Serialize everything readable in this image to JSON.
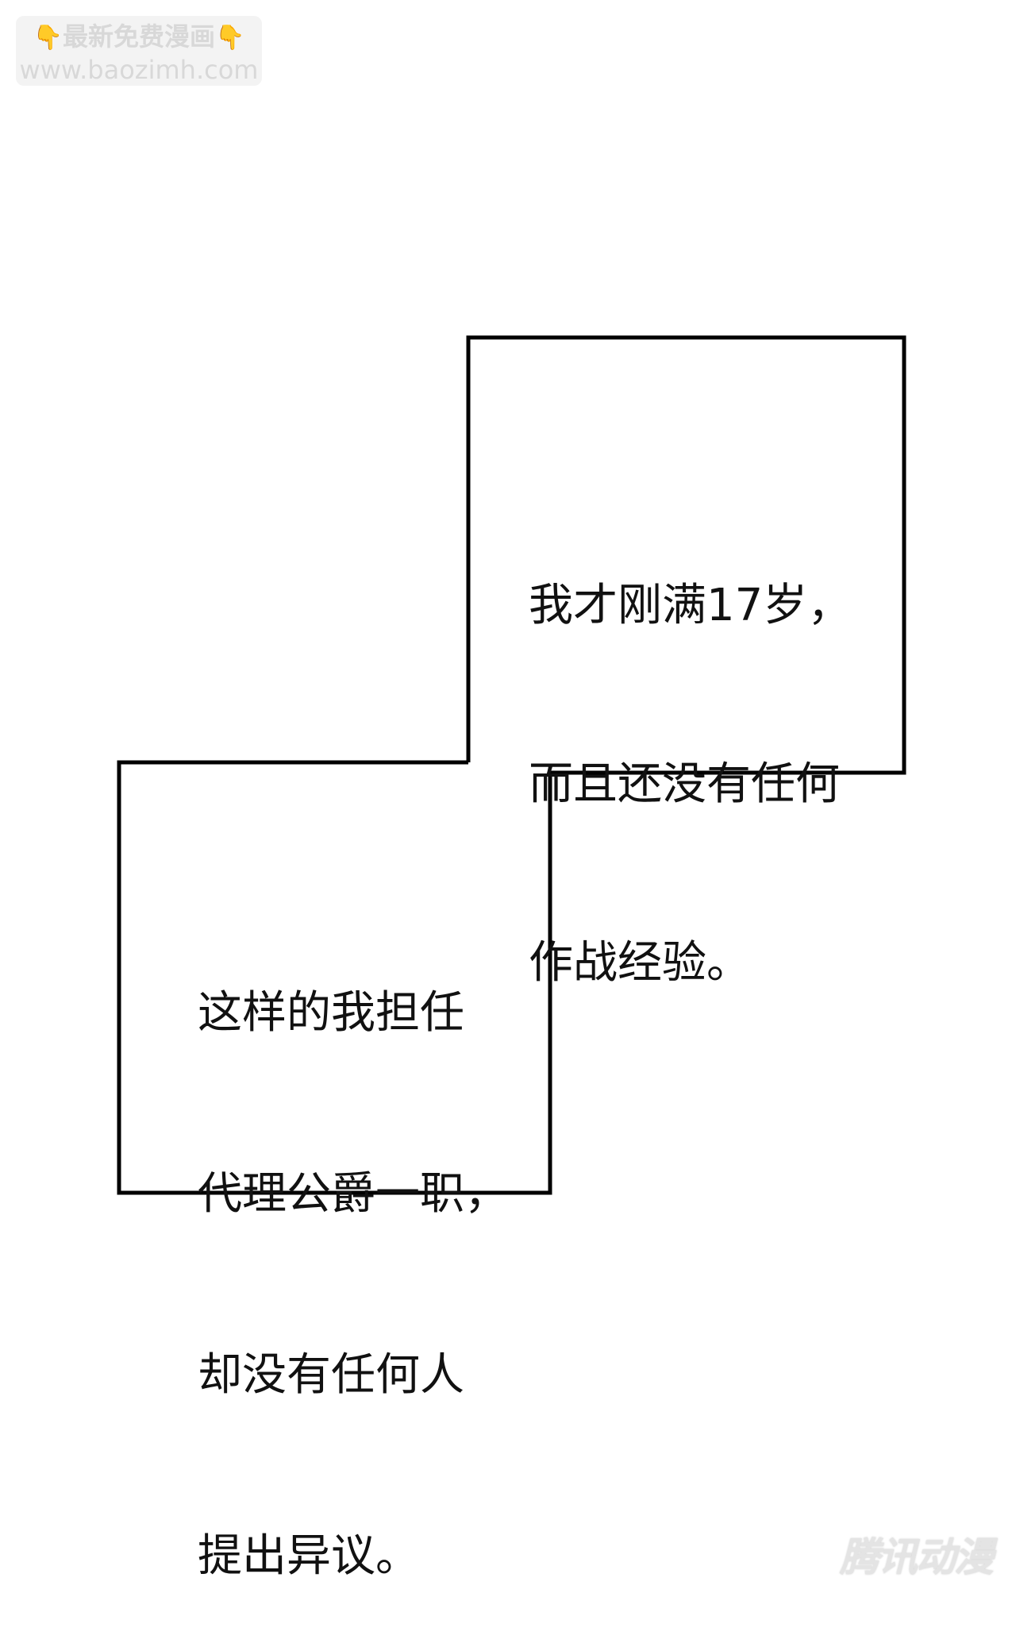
{
  "watermark_top": {
    "line1": "最新免费漫画",
    "hand_icon": "👇",
    "line2": "www.baozimh.com"
  },
  "panels": [
    {
      "id": "panel-1",
      "lines": [
        "我才刚满17岁，",
        "而且还没有任何",
        "作战经验。"
      ]
    },
    {
      "id": "panel-2",
      "lines": [
        "这样的我担任",
        "代理公爵一职，",
        "却没有任何人",
        "提出异议。"
      ]
    }
  ],
  "watermark_bottom": "腾讯动漫",
  "colors": {
    "background": "#ffffff",
    "border": "#000000",
    "text": "#111111",
    "watermark_bg": "#f3f3f3",
    "watermark_text": "#d8d8d8"
  }
}
